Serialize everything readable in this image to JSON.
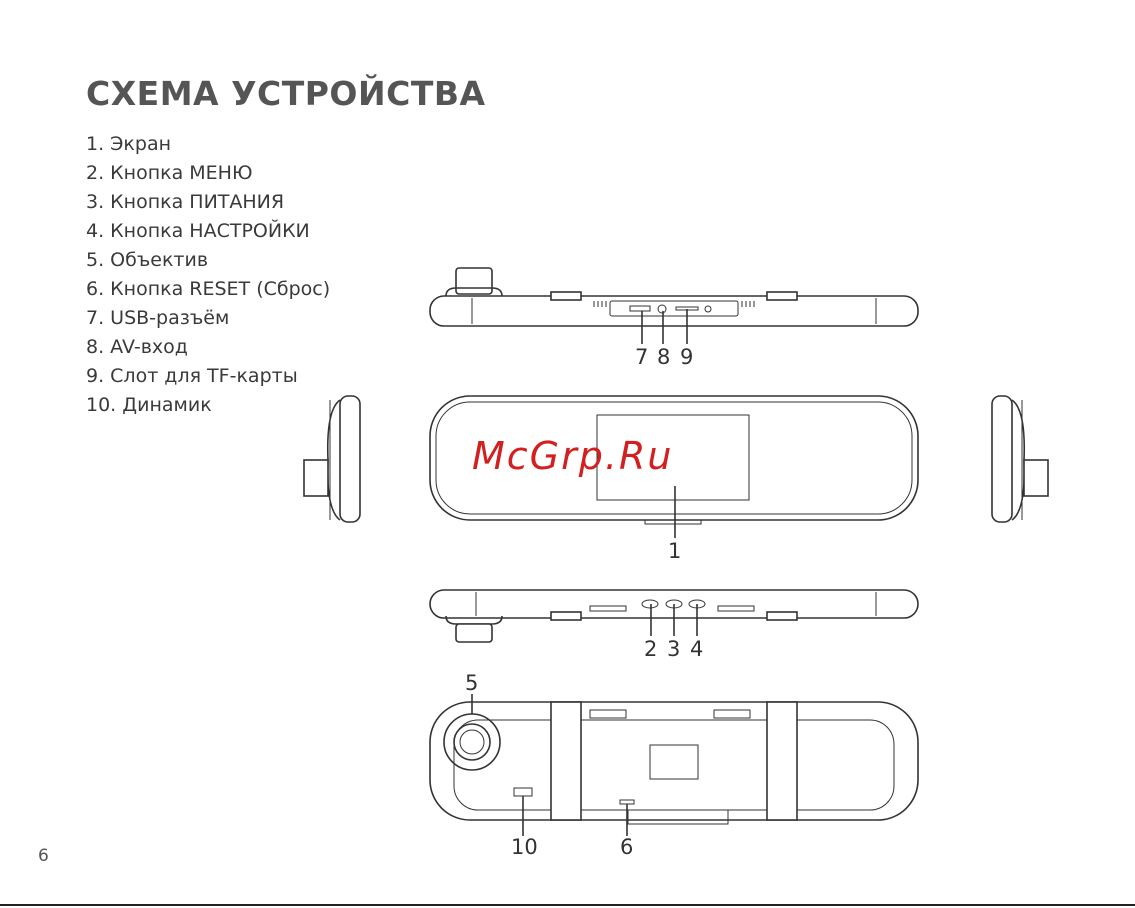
{
  "page": {
    "title": "СХЕМА УСТРОЙСТВА",
    "page_number": "6",
    "watermark": "McGrp.Ru"
  },
  "legend": [
    "1. Экран",
    "2. Кнопка МЕНЮ",
    "3. Кнопка ПИТАНИЯ",
    "4. Кнопка НАСТРОЙКИ",
    "5. Объектив",
    "6. Кнопка RESET (Сброс)",
    "7. USB-разъём",
    "8. AV-вход",
    "9. Слот для TF-карты",
    "10. Динамик"
  ],
  "callouts": {
    "c1": "1",
    "c2": "2",
    "c3": "3",
    "c4": "4",
    "c5": "5",
    "c6": "6",
    "c7": "7",
    "c8": "8",
    "c9": "9",
    "c10": "10"
  },
  "colors": {
    "title": "#555555",
    "text": "#3a3a3a",
    "watermark": "#d21f1f",
    "line": "#333333"
  }
}
